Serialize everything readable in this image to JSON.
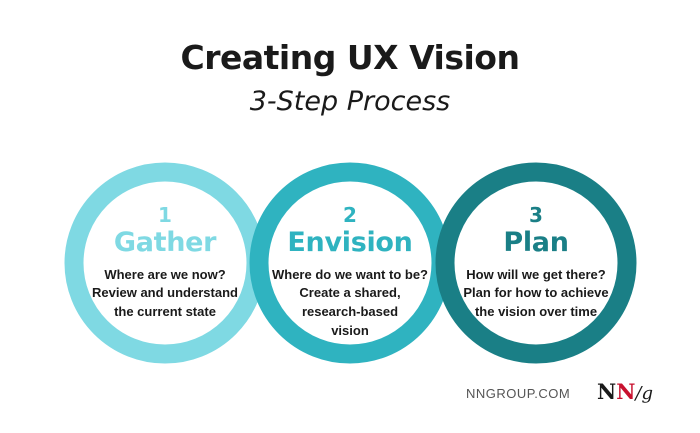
{
  "header": {
    "title": "Creating UX Vision",
    "subtitle": "3-Step Process"
  },
  "steps": [
    {
      "number": "1",
      "name": "Gather",
      "question": "Where are we now?",
      "description": [
        "Review and understand",
        "the current state"
      ],
      "color": "#7fd9e3"
    },
    {
      "number": "2",
      "name": "Envision",
      "question": "Where do we want to be?",
      "description": [
        "Create a shared,",
        "research-based",
        "vision"
      ],
      "color": "#2fb3c0"
    },
    {
      "number": "3",
      "name": "Plan",
      "question": "How will we get there?",
      "description": [
        "Plan for how to achieve",
        "the vision over time"
      ],
      "color": "#1a7f86"
    }
  ],
  "footer": {
    "url": "NNGROUP.COM",
    "logo": {
      "part1": "N",
      "part2": "N",
      "part3": "/g"
    }
  },
  "colors": {
    "text": "#1a1a1a",
    "logo_red": "#c8102e",
    "footer_gray": "#555555"
  }
}
